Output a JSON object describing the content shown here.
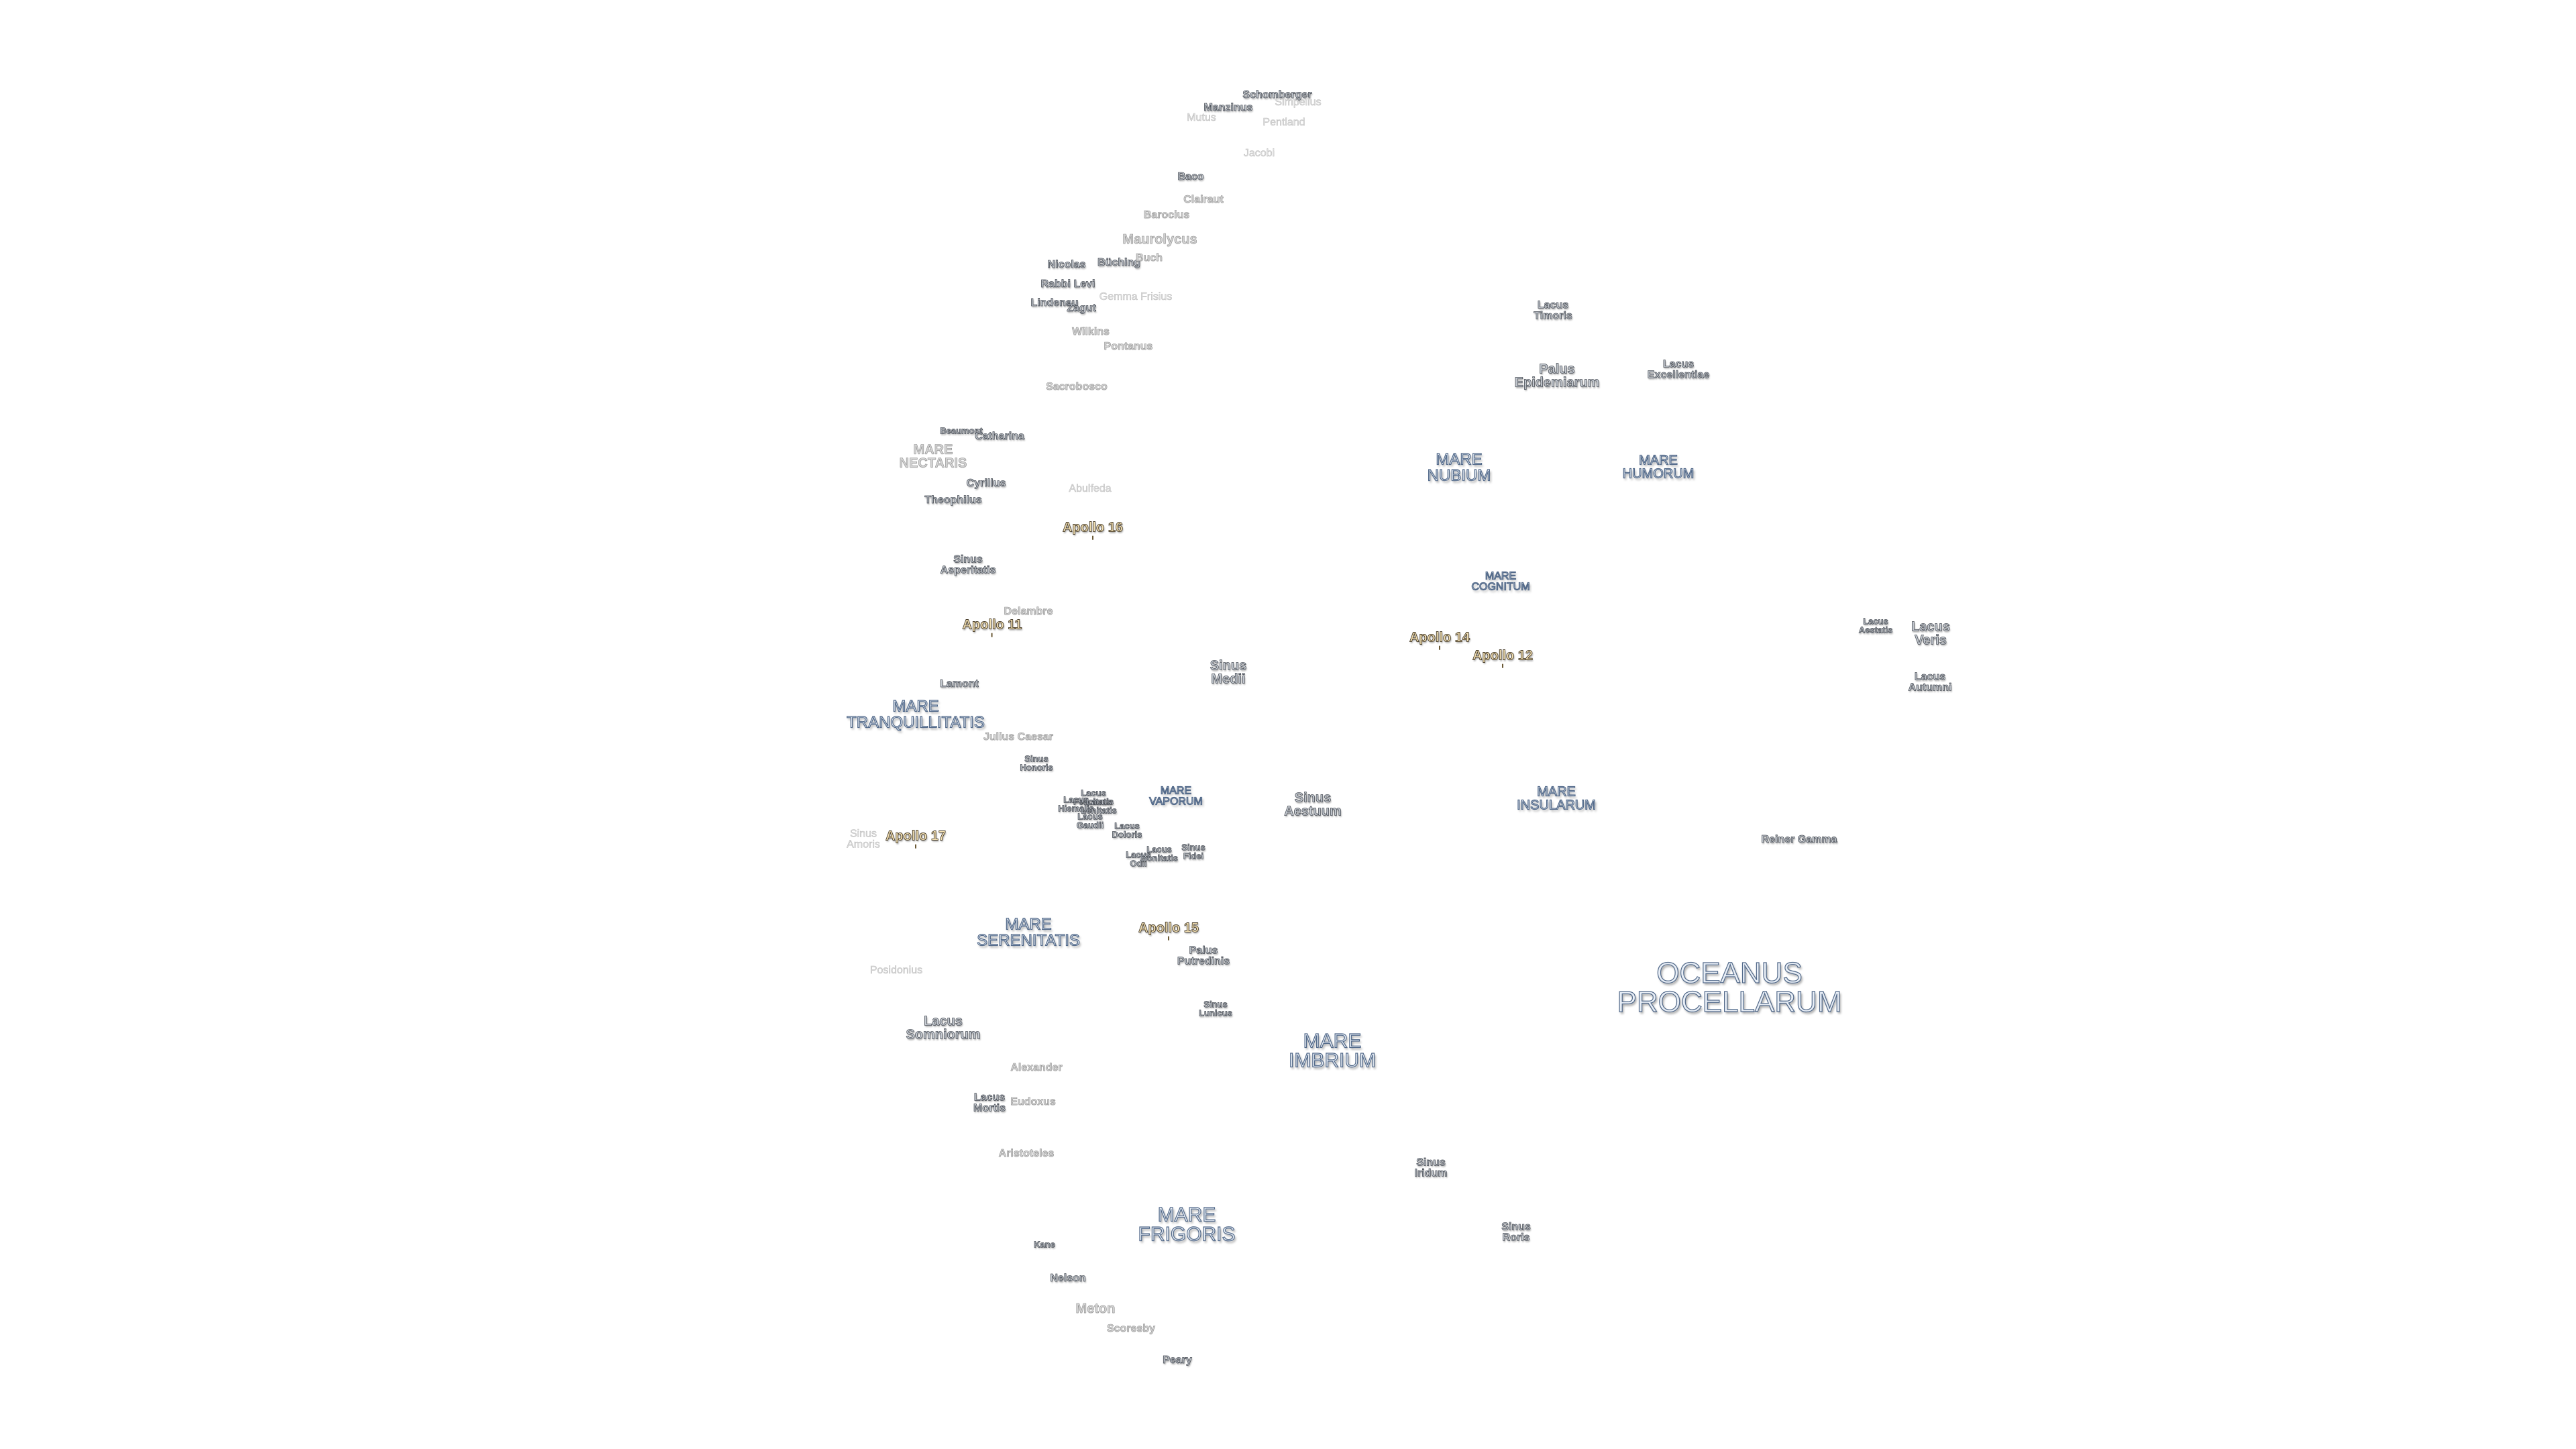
{
  "map": {
    "maria": {
      "oceanus_procellarum": "OCEANUS\nPROCELLARUM",
      "mare_imbrium": "MARE\nIMBRIUM",
      "mare_frigoris": "MARE\nFRIGORIS",
      "mare_serenitatis": "MARE\nSERENITATIS",
      "mare_tranquillitatis": "MARE\nTRANQUILLITATIS",
      "mare_nubium": "MARE\nNUBIUM",
      "mare_humorum": "MARE\nHUMORUM",
      "mare_cognitum": "MARE\nCOGNITUM",
      "mare_insularum": "MARE\nINSULARUM",
      "mare_vaporum": "MARE\nVAPORUM",
      "mare_nectaris": "MARE\nNECTARIS"
    },
    "apollo_sites": {
      "apollo_11": "Apollo 11",
      "apollo_12": "Apollo 12",
      "apollo_14": "Apollo 14",
      "apollo_15": "Apollo 15",
      "apollo_16": "Apollo 16",
      "apollo_17": "Apollo 17"
    },
    "features": {
      "schomberger": "Schomberger",
      "manzinus": "Manzinus",
      "mutus": "Mutus",
      "simpelius": "Simpelius",
      "pentland": "Pentland",
      "jacobi": "Jacobi",
      "baco": "Baco",
      "clairaut": "Clairaut",
      "barocius": "Barocius",
      "maurolycus": "Maurolycus",
      "nicolas": "Nicolas",
      "buching": "Büching",
      "buch": "Buch",
      "rabbi_levi": "Rabbi Levi",
      "lindenau": "Lindenau",
      "zagut": "Zagut",
      "gemma_frisius": "Gemma Frisius",
      "wilkins": "Wilkins",
      "pontanus": "Pontanus",
      "sacrobosco": "Sacrobosco",
      "beaumont": "Beaumont",
      "catharina": "Catharina",
      "cyrillus": "Cyrillus",
      "theophilus": "Theophilus",
      "abulfeda": "Abulfeda",
      "sinus_asperitatis": "Sinus\nAsperitatis",
      "delambre": "Delambre",
      "lamont": "Lamont",
      "julius_caesar": "Julius Caesar",
      "sinus_honoris": "Sinus\nHonoris",
      "lacus_felicitatis": "Lacus\nFelicitatis",
      "lacus_hiemalis": "Lacus\nHiemalis",
      "lacus_lenitatis": "Lacus\nLenitatis",
      "lacus_gaudii": "Lacus\nGaudii",
      "lacus_doloris": "Lacus\nDoloris",
      "lacus_odii": "Lacus\nOdii",
      "lacus_bonitatis": "Lacus\nBonitatis",
      "sinus_fidei": "Sinus\nFidei",
      "sinus_amoris": "Sinus\nAmoris",
      "sinus_medii": "Sinus\nMedii",
      "sinus_aestuum": "Sinus\nAestuum",
      "palus_putredinis": "Palus\nPutredinis",
      "sinus_lunicus": "Sinus\nLunicus",
      "posidonius": "Posidonius",
      "lacus_somniorum": "Lacus\nSomniorum",
      "alexander": "Alexander",
      "lacus_mortis": "Lacus\nMortis",
      "eudoxus": "Eudoxus",
      "aristoteles": "Aristoteles",
      "kane": "Kane",
      "nelson": "Nelson",
      "meton": "Meton",
      "scoresby": "Scoresby",
      "peary": "Peary",
      "sinus_iridum": "Sinus\nIridum",
      "sinus_roris": "Sinus\nRoris",
      "lacus_timoris": "Lacus\nTimoris",
      "palus_epidemiarum": "Palus\nEpidemiarum",
      "lacus_excellentiae": "Lacus\nExcellentiae",
      "lacus_aestatis": "Lacus\nAestatis",
      "lacus_veris": "Lacus\nVeris",
      "lacus_autumni": "Lacus\nAutumni",
      "reiner_gamma": "Reiner Gamma"
    }
  }
}
